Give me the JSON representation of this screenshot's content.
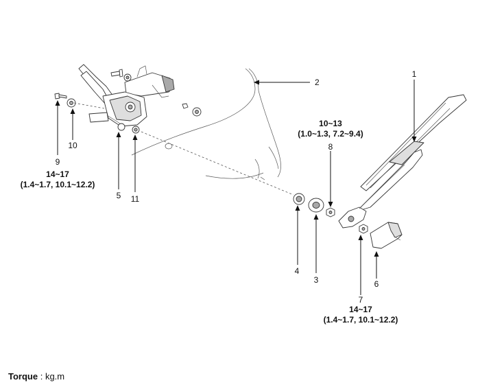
{
  "callouts": {
    "c1": "1",
    "c2": "2",
    "c3": "3",
    "c4": "4",
    "c5": "5",
    "c6": "6",
    "c7": "7",
    "c8": "8",
    "c9": "9",
    "c10": "10",
    "c11": "11"
  },
  "torque_specs": {
    "part9": {
      "value": "14~17",
      "units": "(1.4~1.7, 10.1~12.2)"
    },
    "part8": {
      "value": "10~13",
      "units": "(1.0~1.3, 7.2~9.4)"
    },
    "part7": {
      "value": "14~17",
      "units": "(1.4~1.7, 10.1~12.2)"
    }
  },
  "torque_note": {
    "label": "Torque",
    "unit": ": kg.m"
  }
}
